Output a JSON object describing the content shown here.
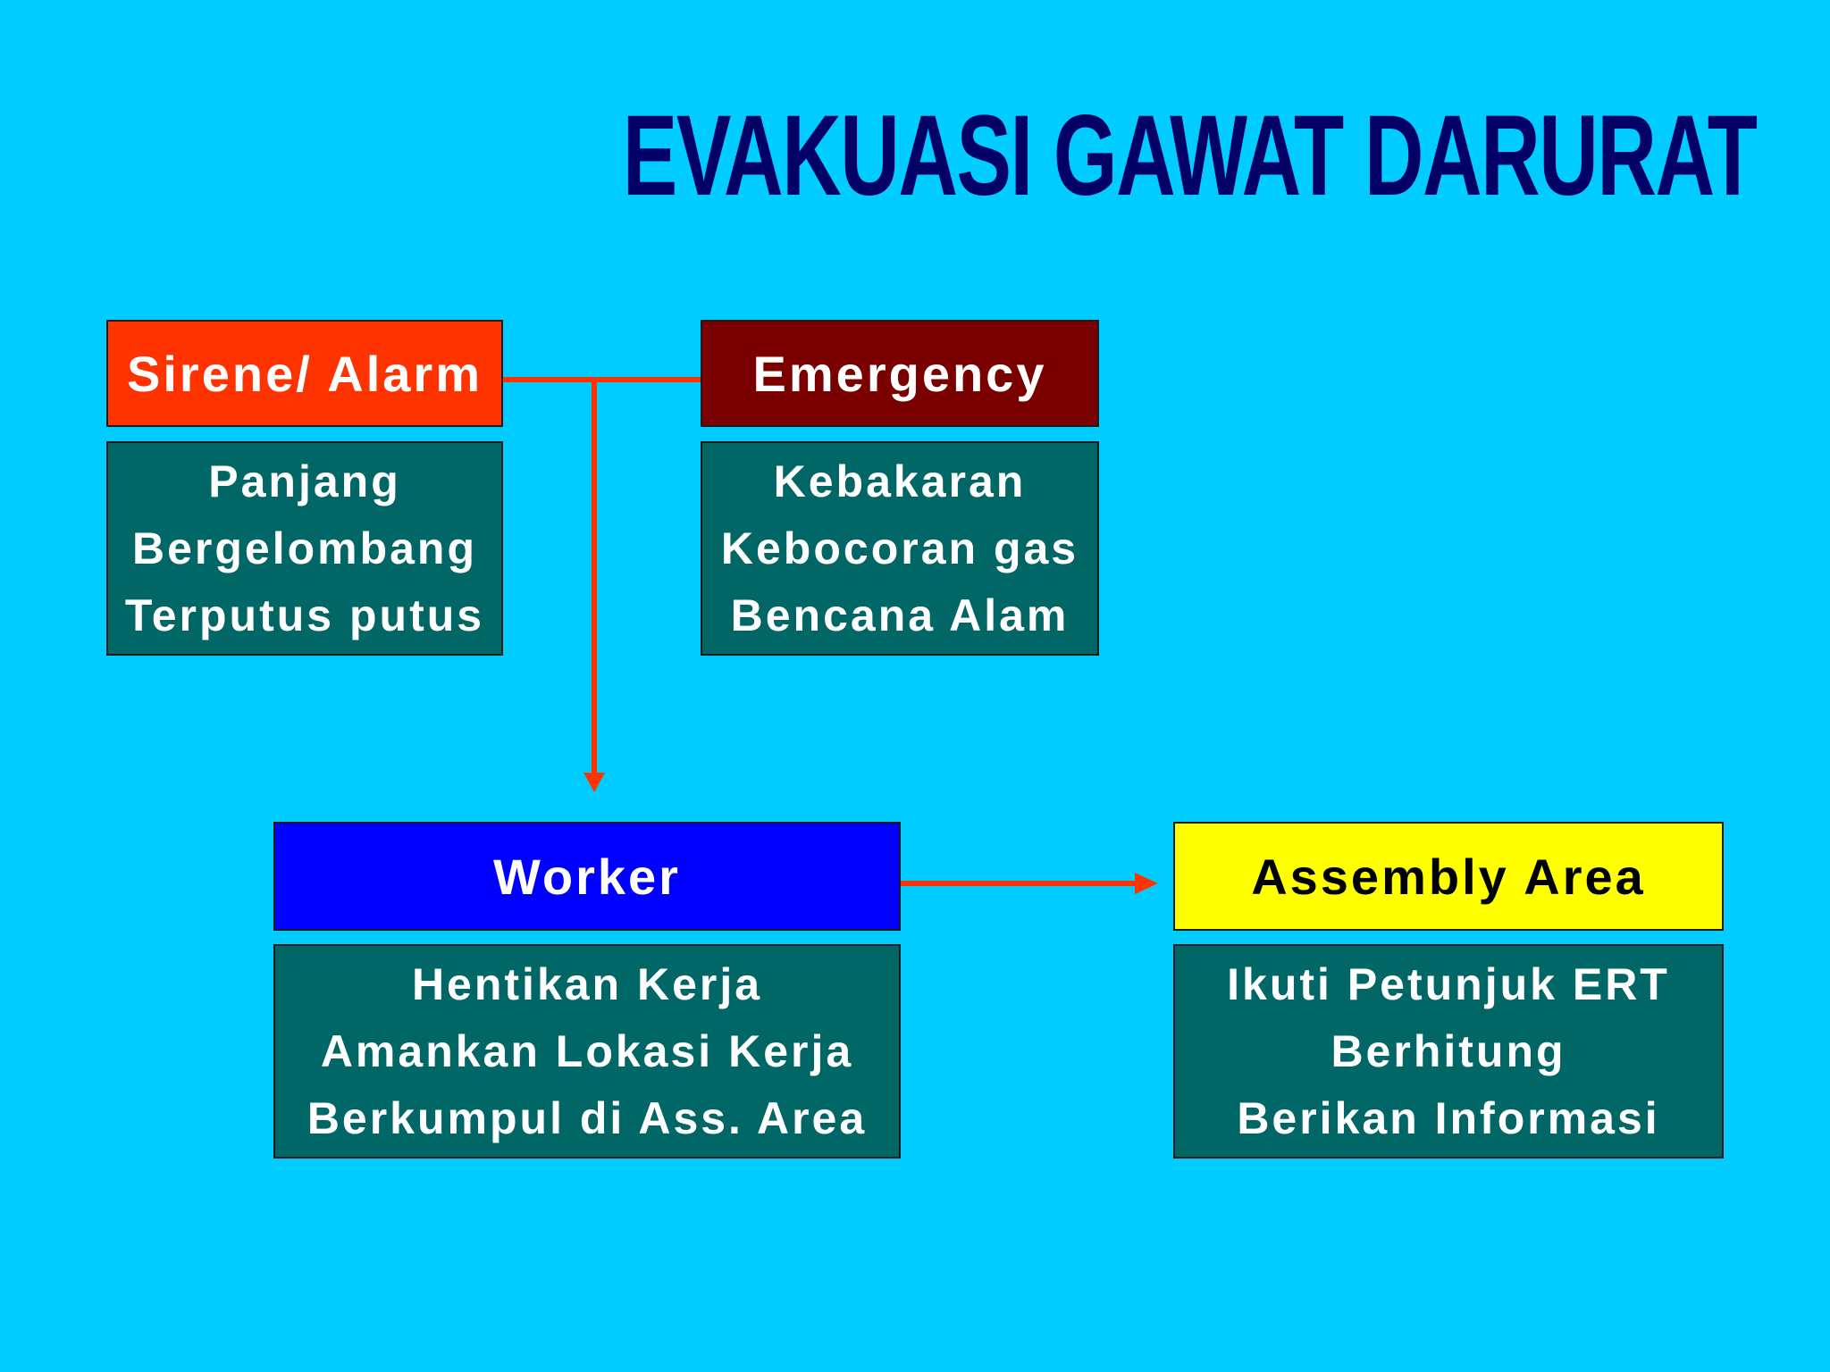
{
  "slide": {
    "title": "EVAKUASI GAWAT DARURAT",
    "colors": {
      "background": "#00CCFF",
      "title": "#000066",
      "connector": "#FF3300",
      "list_box": "#006666",
      "list_text": "#FFFFFF"
    }
  },
  "nodes": {
    "sirene": {
      "label": "Sirene/ Alarm",
      "color": "#FF3300",
      "text_color": "#FFFFFF",
      "items": [
        "Panjang",
        "Bergelombang",
        "Terputus putus"
      ]
    },
    "emergency": {
      "label": "Emergency",
      "color": "#7A0000",
      "text_color": "#FFFFFF",
      "items": [
        "Kebakaran",
        "Kebocoran gas",
        "Bencana Alam"
      ]
    },
    "worker": {
      "label": "Worker",
      "color": "#0000FF",
      "text_color": "#FFFFFF",
      "items": [
        "Hentikan Kerja",
        "Amankan Lokasi Kerja",
        "Berkumpul di Ass. Area"
      ]
    },
    "assembly": {
      "label": "Assembly Area",
      "color": "#FFFF00",
      "text_color": "#000000",
      "items": [
        "Ikuti Petunjuk ERT",
        "Berhitung",
        "Berikan Informasi"
      ]
    }
  }
}
